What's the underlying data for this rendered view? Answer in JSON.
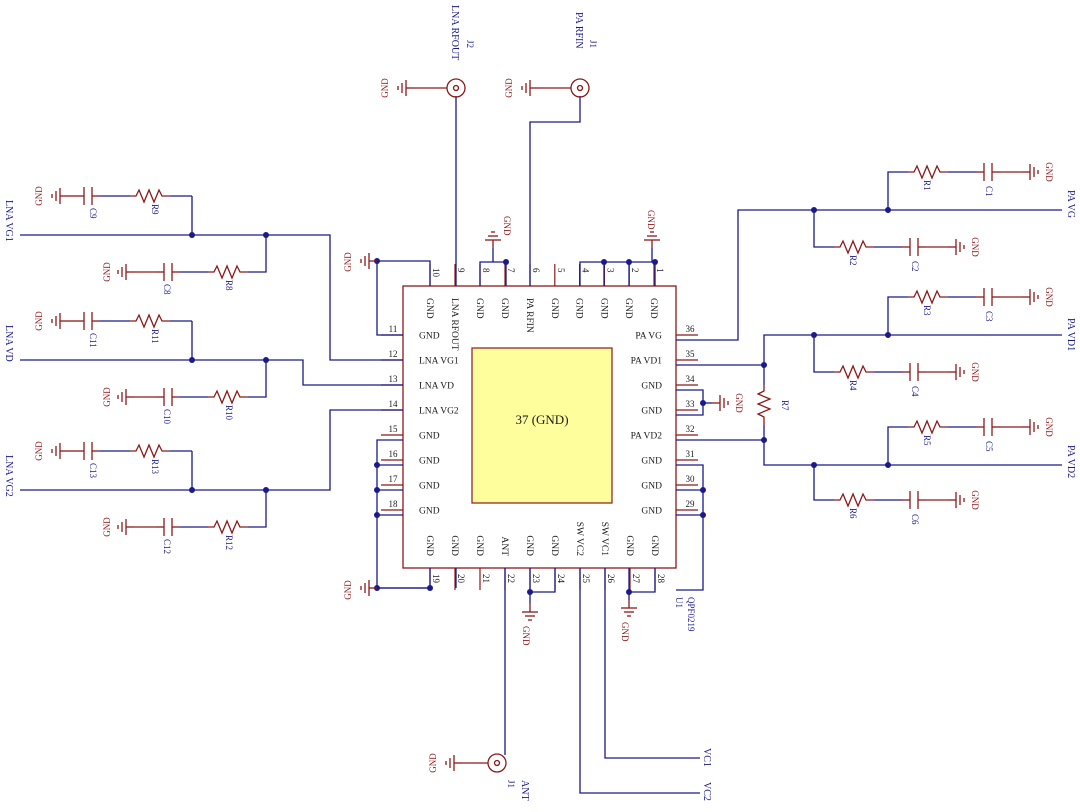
{
  "chip": {
    "ref": "U1",
    "part": "QPF0219",
    "center_label": "37 (GND)",
    "left_pins": [
      {
        "num": "11",
        "name": "GND"
      },
      {
        "num": "12",
        "name": "LNA VG1"
      },
      {
        "num": "13",
        "name": "LNA VD"
      },
      {
        "num": "14",
        "name": "LNA VG2"
      },
      {
        "num": "15",
        "name": "GND"
      },
      {
        "num": "16",
        "name": "GND"
      },
      {
        "num": "17",
        "name": "GND"
      },
      {
        "num": "18",
        "name": "GND"
      }
    ],
    "right_pins": [
      {
        "num": "36",
        "name": "PA VG"
      },
      {
        "num": "35",
        "name": "PA VD1"
      },
      {
        "num": "34",
        "name": "GND"
      },
      {
        "num": "33",
        "name": "GND"
      },
      {
        "num": "32",
        "name": "PA VD2"
      },
      {
        "num": "31",
        "name": "GND"
      },
      {
        "num": "30",
        "name": "GND"
      },
      {
        "num": "29",
        "name": "GND"
      }
    ],
    "top_pins": [
      {
        "num": "10",
        "name": "GND"
      },
      {
        "num": "9",
        "name": "LNA RFOUT"
      },
      {
        "num": "8",
        "name": "GND"
      },
      {
        "num": "7",
        "name": "GND"
      },
      {
        "num": "6",
        "name": "PA RFIN"
      },
      {
        "num": "5",
        "name": "GND"
      },
      {
        "num": "4",
        "name": "GND"
      },
      {
        "num": "3",
        "name": "GND"
      },
      {
        "num": "2",
        "name": "GND"
      },
      {
        "num": "1",
        "name": "GND"
      }
    ],
    "bottom_pins": [
      {
        "num": "19",
        "name": "GND"
      },
      {
        "num": "20",
        "name": "GND"
      },
      {
        "num": "21",
        "name": "GND"
      },
      {
        "num": "22",
        "name": "ANT"
      },
      {
        "num": "23",
        "name": "GND"
      },
      {
        "num": "24",
        "name": "GND"
      },
      {
        "num": "25",
        "name": "SW VC2"
      },
      {
        "num": "26",
        "name": "SW VC1"
      },
      {
        "num": "27",
        "name": "GND"
      },
      {
        "num": "28",
        "name": "GND"
      }
    ]
  },
  "connectors": [
    {
      "ref": "J2",
      "label": "LNA RFOUT"
    },
    {
      "ref": "J1",
      "label": "PA RFIN"
    },
    {
      "ref": "J1",
      "label": "ANT"
    }
  ],
  "nets": {
    "lna_vg1": "LNA VG1",
    "lna_vd": "LNA VD",
    "lna_vg2": "LNA VG2",
    "pa_vg": "PA VG",
    "pa_vd1": "PA VD1",
    "pa_vd2": "PA VD2",
    "vc1": "VC1",
    "vc2": "VC2",
    "gnd": "GND"
  },
  "components": {
    "C1": "C1",
    "R1": "R1",
    "C2": "C2",
    "R2": "R2",
    "C3": "C3",
    "R3": "R3",
    "C4": "C4",
    "R4": "R4",
    "C5": "C5",
    "R5": "R5",
    "C6": "C6",
    "R6": "R6",
    "R7": "R7",
    "C8": "C8",
    "R8": "R8",
    "C9": "C9",
    "R9": "R9",
    "C10": "C10",
    "R10": "R10",
    "C11": "C11",
    "R11": "R11",
    "C12": "C12",
    "R12": "R12",
    "C13": "C13",
    "R13": "R13"
  }
}
